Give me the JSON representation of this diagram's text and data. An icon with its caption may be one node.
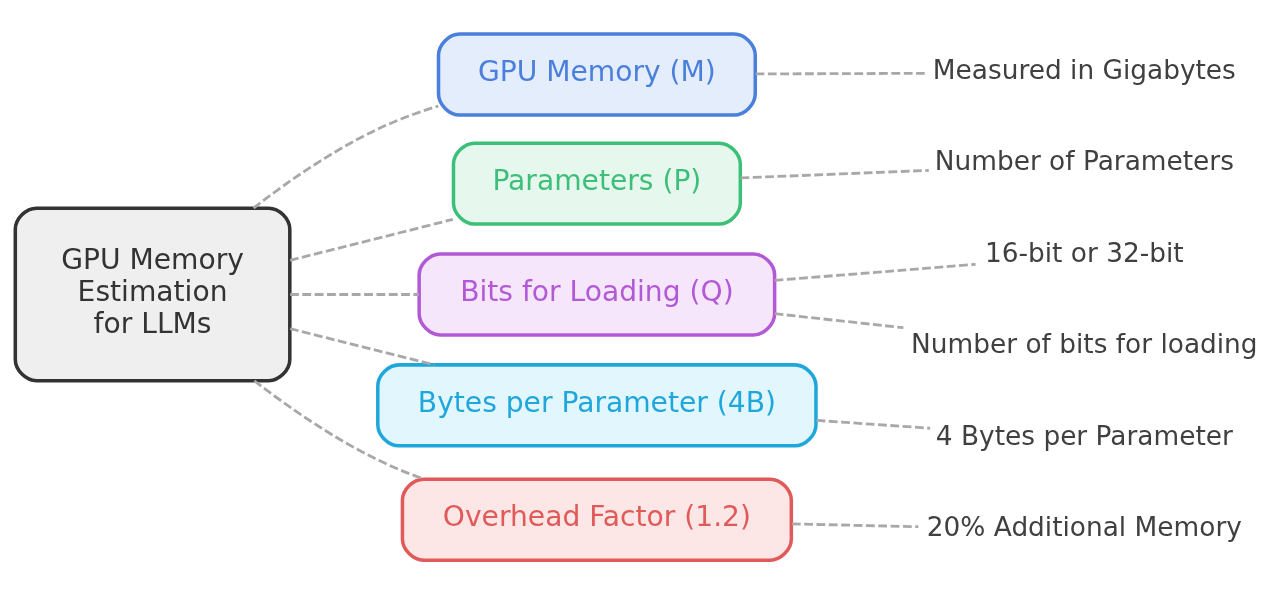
{
  "diagram": {
    "nodes": [
      {
        "text": [
          "GPU Memory Estimation for LLMs"
        ]
      },
      {
        "text": [
          "GPU Memory (M)"
        ]
      },
      {
        "text": [
          "Measured in Gigabytes"
        ]
      },
      {
        "text": [
          "Parameters (P)"
        ]
      },
      {
        "text": [
          "Number of Parameters"
        ]
      },
      {
        "text": [
          "Bits for Loading (Q)"
        ]
      },
      {
        "text": [
          "16-bit or 32-bit"
        ]
      },
      {
        "text": [
          "Number of bits for loading"
        ]
      },
      {
        "text": [
          "Bytes per Parameter (4B)"
        ]
      },
      {
        "text": [
          "4 Bytes per Parameter"
        ]
      },
      {
        "text": [
          "Overhead Factor (1.2)"
        ]
      },
      {
        "text": [
          "20% Additional Memory"
        ]
      }
    ],
    "edges": [
      {
        "from": 0,
        "to": 1,
        "arrow": "none",
        "style": "dashed"
      },
      {
        "from": 1,
        "to": 2,
        "arrow": "none",
        "style": "dashed"
      },
      {
        "from": 0,
        "to": 3,
        "arrow": "none",
        "style": "dashed"
      },
      {
        "from": 3,
        "to": 4,
        "arrow": "none",
        "style": "dashed"
      },
      {
        "from": 0,
        "to": 5,
        "arrow": "none",
        "style": "dashed"
      },
      {
        "from": 5,
        "to": 6,
        "arrow": "none",
        "style": "dashed"
      },
      {
        "from": 5,
        "to": 7,
        "arrow": "none",
        "style": "dashed"
      },
      {
        "from": 0,
        "to": 8,
        "arrow": "none",
        "style": "dashed"
      },
      {
        "from": 8,
        "to": 9,
        "arrow": "none",
        "style": "dashed"
      },
      {
        "from": 0,
        "to": 10,
        "arrow": "none",
        "style": "dashed"
      },
      {
        "from": 10,
        "to": 11,
        "arrow": "none",
        "style": "dashed"
      }
    ]
  }
}
